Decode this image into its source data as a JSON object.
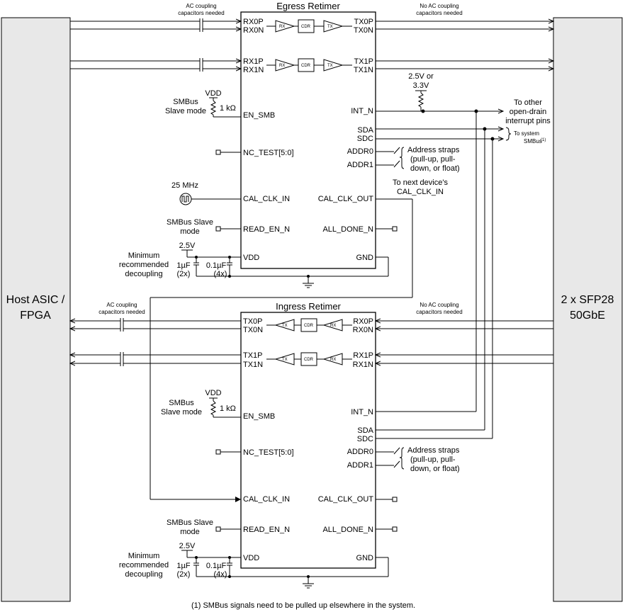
{
  "host": {
    "line1": "Host ASIC /",
    "line2": "FPGA"
  },
  "sfp": {
    "line1": "2 x SFP28",
    "line2": "50GbE"
  },
  "egress": {
    "title": "Egress Retimer",
    "left_pins": [
      "RX0P",
      "RX0N",
      "RX1P",
      "RX1N",
      "EN_SMB",
      "NC_TEST[5:0]",
      "CAL_CLK_IN",
      "READ_EN_N",
      "VDD"
    ],
    "right_pins": [
      "TX0P",
      "TX0N",
      "TX1P",
      "TX1N",
      "INT_N",
      "SDA",
      "SDC",
      "ADDR0",
      "ADDR1",
      "CAL_CLK_OUT",
      "ALL_DONE_N",
      "GND"
    ],
    "blocks": {
      "rx": "RX",
      "cdr": "CDR",
      "tx": "TX"
    }
  },
  "ingress": {
    "title": "Ingress Retimer",
    "left_pins": [
      "TX0P",
      "TX0N",
      "TX1P",
      "TX1N",
      "EN_SMB",
      "NC_TEST[5:0]",
      "CAL_CLK_IN",
      "READ_EN_N",
      "VDD"
    ],
    "right_pins": [
      "RX0P",
      "RX0N",
      "RX1P",
      "RX1N",
      "INT_N",
      "SDA",
      "SDC",
      "ADDR0",
      "ADDR1",
      "CAL_CLK_OUT",
      "ALL_DONE_N",
      "GND"
    ],
    "blocks": {
      "rx": "RX",
      "cdr": "CDR",
      "tx": "TX"
    }
  },
  "notes": {
    "ac_needed": [
      "AC coupling",
      "capacitors needed"
    ],
    "no_ac_needed": [
      "No AC coupling",
      "capacitors needed"
    ],
    "vdd": "VDD",
    "resistor": "1 kΩ",
    "smbus_slave": [
      "SMBus",
      "Slave mode"
    ],
    "freq": "25 MHz",
    "smbus_slave_mode": [
      "SMBus Slave",
      "mode"
    ],
    "v25": "2.5V",
    "cap_1u": [
      "1µF",
      "(2x)"
    ],
    "cap_01u": [
      "0.1µF",
      "(4x)"
    ],
    "decoupling": [
      "Minimum",
      "recommended",
      "decoupling"
    ],
    "pullup_v": [
      "2.5V or",
      "3.3V"
    ],
    "open_drain": [
      "To other",
      "open-drain",
      "interrupt pins"
    ],
    "to_system": "To system",
    "smbus_ref": "SMBus",
    "smbus_sup": "(1)",
    "addr_straps": [
      "Address straps",
      "(pull-up, pull-",
      "down, or float)"
    ],
    "next_device": [
      "To next device's",
      "CAL_CLK_IN"
    ],
    "footnote": "(1) SMBus signals need to be pulled up elsewhere in the system."
  }
}
